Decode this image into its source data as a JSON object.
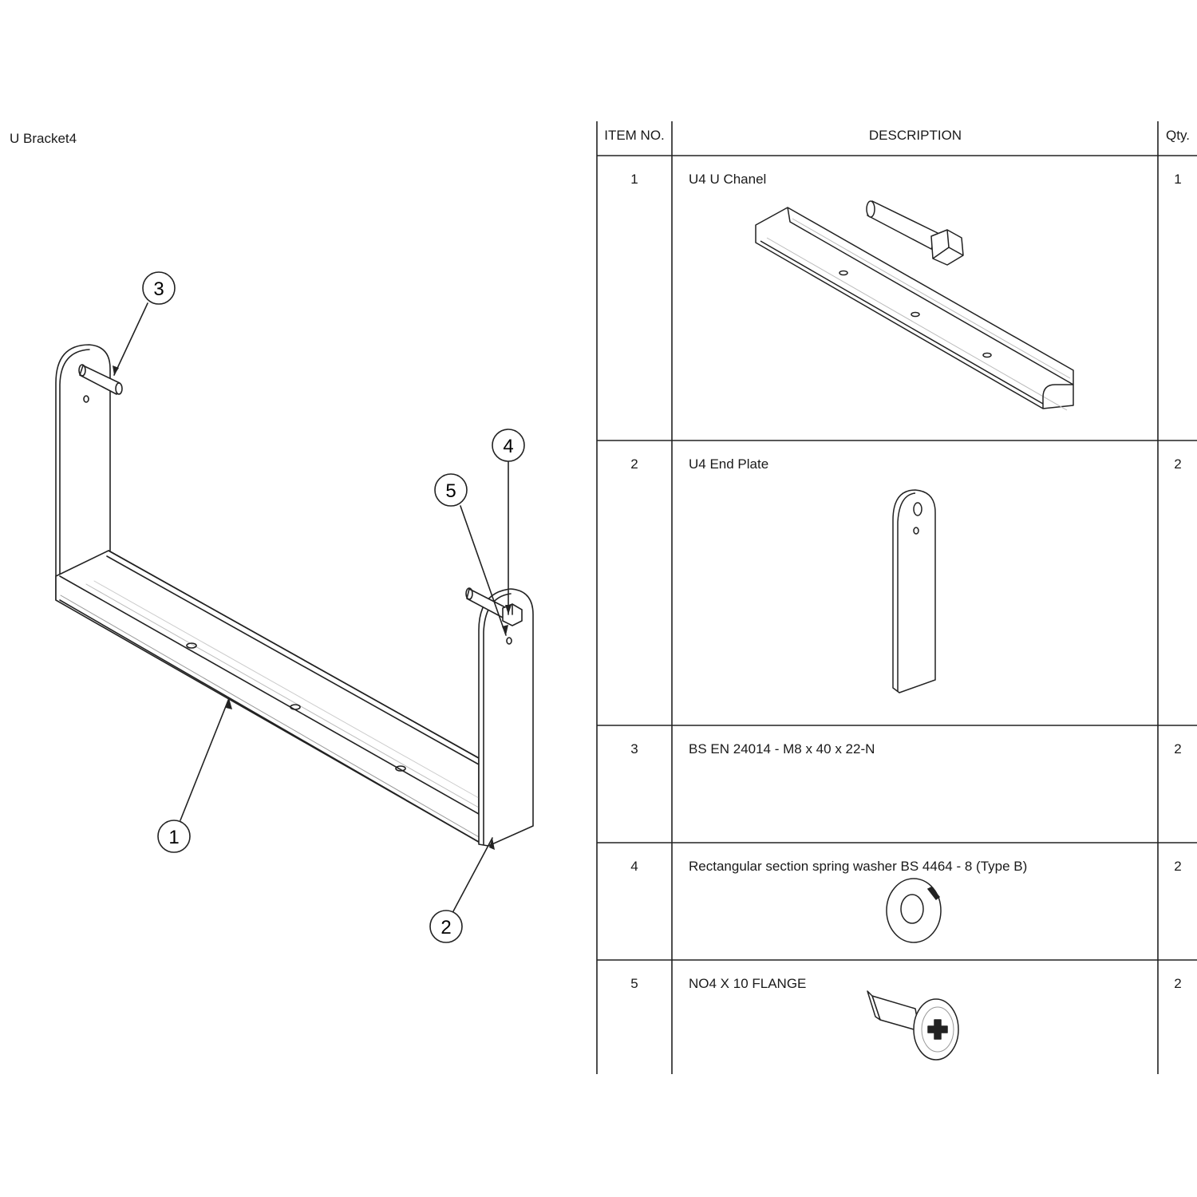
{
  "page": {
    "title": "U Bracket4"
  },
  "bom": {
    "headers": {
      "item": "ITEM NO.",
      "description": "DESCRIPTION",
      "qty": "Qty."
    },
    "rows": [
      {
        "item": "1",
        "description": "U4 U Chanel",
        "qty": "1",
        "icon": "u-channel-icon"
      },
      {
        "item": "2",
        "description": "U4 End Plate",
        "qty": "2",
        "icon": "end-plate-icon"
      },
      {
        "item": "3",
        "description": "BS EN 24014 - M8 x 40 x 22-N",
        "qty": "2",
        "icon": "hex-bolt-icon"
      },
      {
        "item": "4",
        "description": "Rectangular section spring washer BS 4464 - 8 (Type B)",
        "qty": "2",
        "icon": "spring-washer-icon"
      },
      {
        "item": "5",
        "description": "NO4 X 10 FLANGE",
        "qty": "2",
        "icon": "flange-screw-icon"
      }
    ]
  },
  "balloons": [
    "1",
    "2",
    "3",
    "4",
    "5"
  ]
}
